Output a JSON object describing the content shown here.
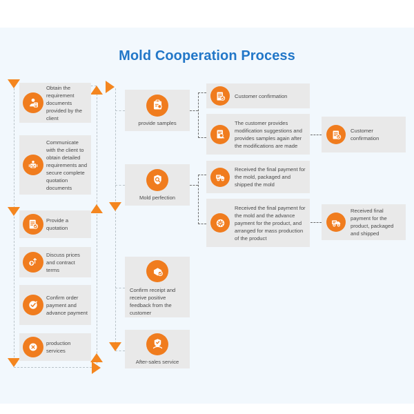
{
  "page": {
    "title": "Mold Cooperation Process",
    "title_color": "#2277c8",
    "background_color": "#f2f8fd",
    "box_color": "#e9e9e9",
    "accent_color": "#f07c1e",
    "connector_color": "#b9c3c9",
    "text_color": "#4a4a4a"
  },
  "columns": {
    "column1": [
      {
        "id": "c1-b1",
        "icon": "client-document-icon",
        "text": "Obtain the requirement documents provided by the client"
      },
      {
        "id": "c1-b2",
        "icon": "communicate-requirements-icon",
        "text": "Communicate with the client to obtain detailed requirements and secure complete quotation documents"
      },
      {
        "id": "c1-b3",
        "icon": "quotation-icon",
        "text": "Provide a quotation"
      },
      {
        "id": "c1-b4",
        "icon": "price-contract-icon",
        "text": "Discuss prices and contract terms"
      },
      {
        "id": "c1-b5",
        "icon": "confirm-payment-icon",
        "text": "Confirm order payment and advance payment"
      },
      {
        "id": "c1-b6",
        "icon": "production-services-icon",
        "text": "production services"
      }
    ],
    "column2": [
      {
        "id": "c2-b1",
        "icon": "provide-samples-icon",
        "text": "provide samples"
      },
      {
        "id": "c2-b2",
        "icon": "mold-perfection-icon",
        "text": "Mold perfection"
      },
      {
        "id": "c2-b3",
        "icon": "confirm-receipt-icon",
        "text": "Confirm receipt and receive positive feedback from the customer"
      },
      {
        "id": "c2-b4",
        "icon": "after-sales-icon",
        "text": "After-sales service"
      }
    ],
    "column3": [
      {
        "id": "c3-b1",
        "icon": "customer-confirmation-icon",
        "text": "Customer confirmation"
      },
      {
        "id": "c3-b2",
        "icon": "modification-suggestion-icon",
        "text": "The customer provides modification suggestions and provides samples again after the modifications are made"
      },
      {
        "id": "c3-b3",
        "icon": "shipping-truck-icon",
        "text": "Received the final payment for the mold, packaged and shipped the mold"
      },
      {
        "id": "c3-b4",
        "icon": "mass-production-icon",
        "text": "Received the final payment for the mold and the advance payment for the product, and arranged for mass production of the product"
      }
    ],
    "column4": [
      {
        "id": "c4-b1",
        "icon": "customer-confirmation-icon",
        "text": "Customer confirmation"
      },
      {
        "id": "c4-b2",
        "icon": "shipping-truck-icon",
        "text": "Received final payment for the product, packaged and shipped"
      }
    ]
  }
}
